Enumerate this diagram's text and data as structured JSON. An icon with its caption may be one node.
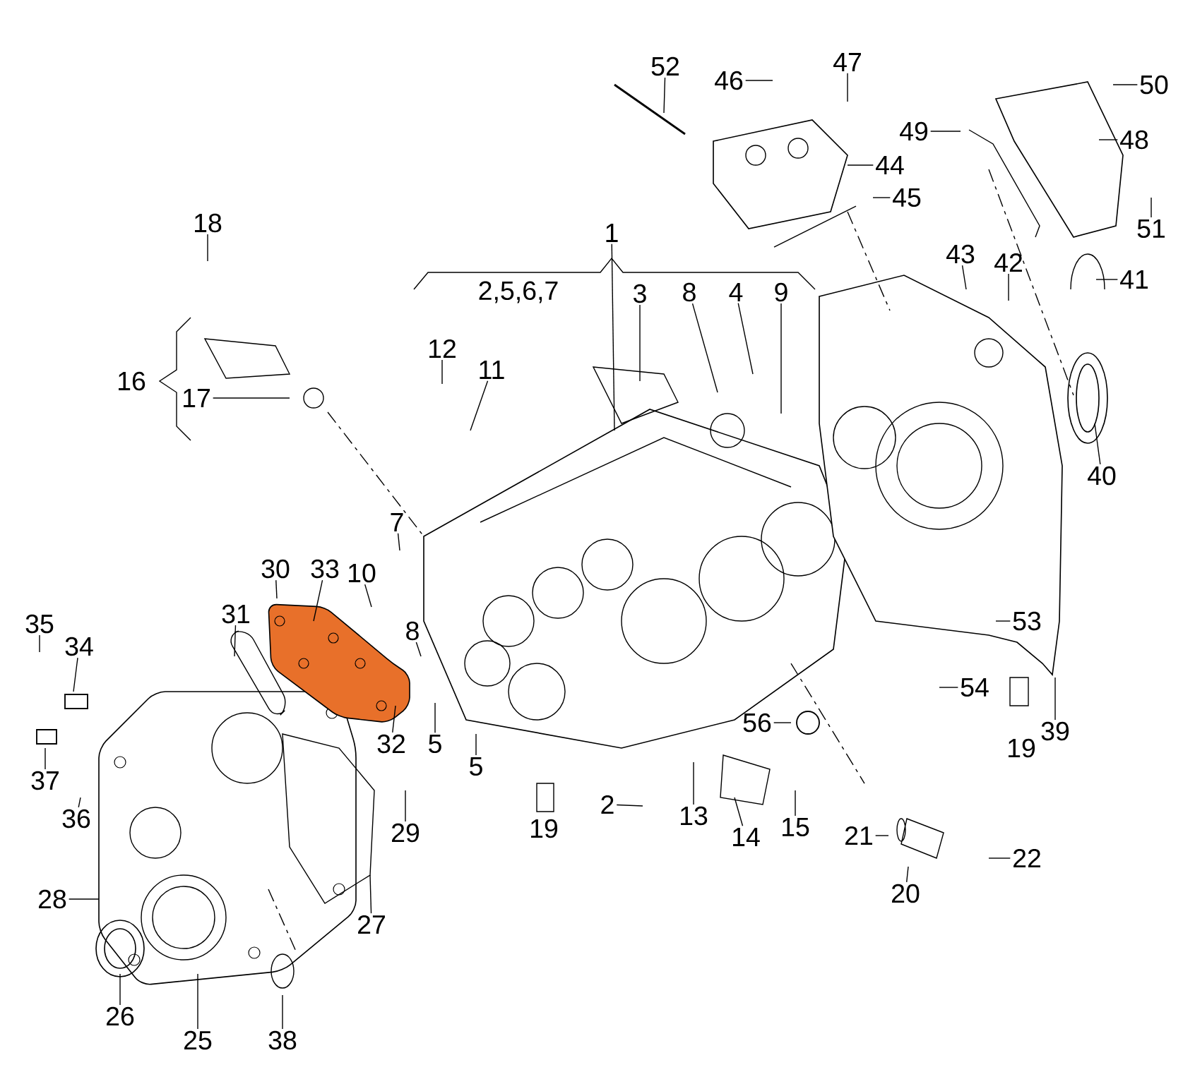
{
  "diagram": {
    "nodes": [
      {
        "text": [
          "52"
        ]
      },
      {
        "text": [
          "46"
        ]
      },
      {
        "text": [
          "47"
        ]
      },
      {
        "text": [
          "50"
        ]
      },
      {
        "text": [
          "49"
        ]
      },
      {
        "text": [
          "48"
        ]
      },
      {
        "text": [
          "44"
        ]
      },
      {
        "text": [
          "45"
        ]
      },
      {
        "text": [
          "51"
        ]
      },
      {
        "text": [
          "1"
        ]
      },
      {
        "text": [
          "18"
        ]
      },
      {
        "text": [
          "43"
        ]
      },
      {
        "text": [
          "42"
        ]
      },
      {
        "text": [
          "41"
        ]
      },
      {
        "text": [
          "3"
        ]
      },
      {
        "text": [
          "8"
        ]
      },
      {
        "text": [
          "4"
        ]
      },
      {
        "text": [
          "9"
        ]
      },
      {
        "text": [
          "12"
        ]
      },
      {
        "text": [
          "11"
        ]
      },
      {
        "text": [
          "17"
        ]
      },
      {
        "text": [
          "40"
        ]
      },
      {
        "text": [
          "7"
        ]
      },
      {
        "text": [
          "30"
        ]
      },
      {
        "text": [
          "33"
        ]
      },
      {
        "text": [
          "10"
        ]
      },
      {
        "text": [
          "35"
        ]
      },
      {
        "text": [
          "31"
        ]
      },
      {
        "text": [
          "53"
        ]
      },
      {
        "text": [
          "8"
        ]
      },
      {
        "text": [
          "34"
        ]
      },
      {
        "text": [
          "54"
        ]
      },
      {
        "text": [
          "56"
        ]
      },
      {
        "text": [
          "39"
        ]
      },
      {
        "text": [
          "32"
        ]
      },
      {
        "text": [
          "5"
        ]
      },
      {
        "text": [
          "5"
        ]
      },
      {
        "text": [
          "37"
        ]
      },
      {
        "text": [
          "2"
        ]
      },
      {
        "text": [
          "13"
        ]
      },
      {
        "text": [
          "15"
        ]
      },
      {
        "text": [
          "36"
        ]
      },
      {
        "text": [
          "29"
        ]
      },
      {
        "text": [
          "14"
        ]
      },
      {
        "text": [
          "21"
        ]
      },
      {
        "text": [
          "22"
        ]
      },
      {
        "text": [
          "20"
        ]
      },
      {
        "text": [
          "28"
        ]
      },
      {
        "text": [
          "27"
        ]
      },
      {
        "text": [
          "26"
        ]
      },
      {
        "text": [
          "25"
        ]
      },
      {
        "text": [
          "38"
        ]
      }
    ],
    "edges": [
      {
        "from": 0,
        "to": null,
        "arrow": "none"
      },
      {
        "from": 1,
        "to": null,
        "arrow": "none"
      },
      {
        "from": 2,
        "to": null,
        "arrow": "none"
      },
      {
        "from": 3,
        "to": null,
        "arrow": "none"
      },
      {
        "from": 4,
        "to": null,
        "arrow": "none"
      },
      {
        "from": 5,
        "to": null,
        "arrow": "none"
      },
      {
        "from": 6,
        "to": null,
        "arrow": "none"
      },
      {
        "from": 7,
        "to": null,
        "arrow": "none"
      },
      {
        "from": 8,
        "to": null,
        "arrow": "none"
      },
      {
        "from": 9,
        "to": null,
        "arrow": "none"
      },
      {
        "from": 10,
        "to": null,
        "arrow": "none"
      },
      {
        "from": 11,
        "to": null,
        "arrow": "none"
      },
      {
        "from": 12,
        "to": null,
        "arrow": "none"
      },
      {
        "from": 13,
        "to": null,
        "arrow": "none"
      },
      {
        "from": 14,
        "to": null,
        "arrow": "none"
      },
      {
        "from": 15,
        "to": null,
        "arrow": "none"
      },
      {
        "from": 16,
        "to": null,
        "arrow": "none"
      },
      {
        "from": 17,
        "to": null,
        "arrow": "none"
      },
      {
        "from": 18,
        "to": null,
        "arrow": "none"
      },
      {
        "from": 19,
        "to": null,
        "arrow": "none"
      },
      {
        "from": 20,
        "to": null,
        "arrow": "none"
      },
      {
        "from": 21,
        "to": null,
        "arrow": "none"
      },
      {
        "from": 22,
        "to": null,
        "arrow": "none"
      },
      {
        "from": 23,
        "to": null,
        "arrow": "none"
      },
      {
        "from": 24,
        "to": null,
        "arrow": "none"
      },
      {
        "from": 25,
        "to": null,
        "arrow": "none"
      },
      {
        "from": 26,
        "to": null,
        "arrow": "none"
      },
      {
        "from": 27,
        "to": null,
        "arrow": "none"
      },
      {
        "from": 28,
        "to": null,
        "arrow": "none"
      },
      {
        "from": 29,
        "to": null,
        "arrow": "none"
      },
      {
        "from": 30,
        "to": null,
        "arrow": "none"
      },
      {
        "from": 31,
        "to": null,
        "arrow": "none"
      },
      {
        "from": 32,
        "to": null,
        "arrow": "none"
      },
      {
        "from": 33,
        "to": null,
        "arrow": "none"
      },
      {
        "from": 34,
        "to": null,
        "arrow": "none"
      },
      {
        "from": 35,
        "to": null,
        "arrow": "none"
      },
      {
        "from": 36,
        "to": null,
        "arrow": "none"
      },
      {
        "from": 37,
        "to": null,
        "arrow": "none"
      },
      {
        "from": 38,
        "to": null,
        "arrow": "none"
      },
      {
        "from": 39,
        "to": null,
        "arrow": "none"
      },
      {
        "from": 40,
        "to": null,
        "arrow": "none"
      },
      {
        "from": 41,
        "to": null,
        "arrow": "none"
      },
      {
        "from": 42,
        "to": null,
        "arrow": "none"
      },
      {
        "from": 43,
        "to": null,
        "arrow": "none"
      },
      {
        "from": 44,
        "to": null,
        "arrow": "none"
      },
      {
        "from": 45,
        "to": null,
        "arrow": "none"
      },
      {
        "from": 46,
        "to": null,
        "arrow": "none"
      },
      {
        "from": 47,
        "to": null,
        "arrow": "none"
      },
      {
        "from": 48,
        "to": null,
        "arrow": "none"
      },
      {
        "from": 49,
        "to": null,
        "arrow": "none"
      },
      {
        "from": 50,
        "to": null,
        "arrow": "none"
      },
      {
        "from": 51,
        "to": null,
        "arrow": "none"
      }
    ],
    "labels": [
      "2,5,6,7",
      "16",
      "19",
      "19"
    ]
  }
}
